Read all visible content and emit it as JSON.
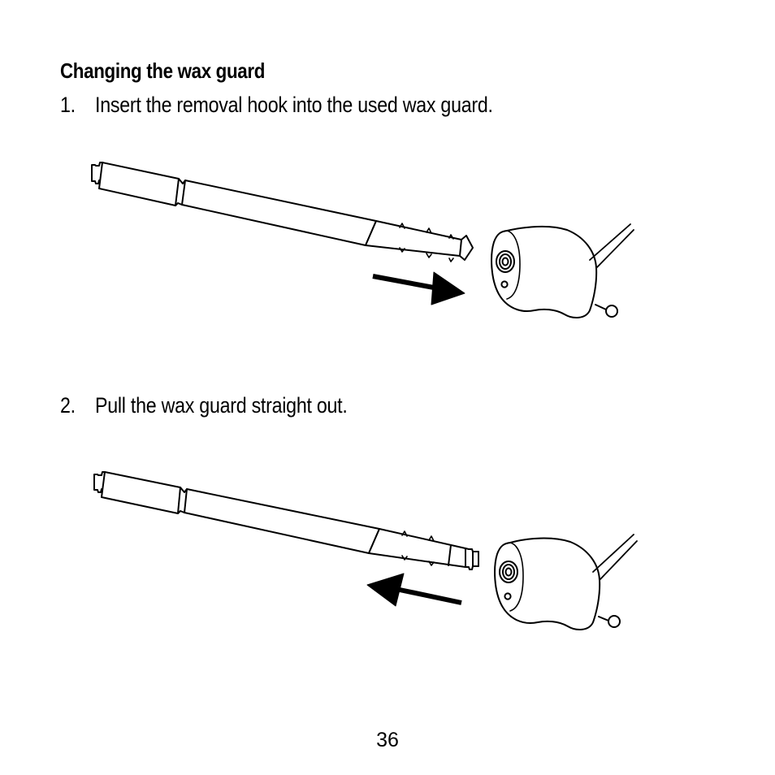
{
  "section": {
    "heading": "Changing the wax guard"
  },
  "steps": [
    {
      "number": "1.",
      "text": "Insert the removal hook into the used wax guard."
    },
    {
      "number": "2.",
      "text": "Pull the wax guard straight out."
    }
  ],
  "illustrations": [
    {
      "arrow_direction": "right"
    },
    {
      "arrow_direction": "left"
    }
  ],
  "footer": {
    "page_number": "36"
  }
}
